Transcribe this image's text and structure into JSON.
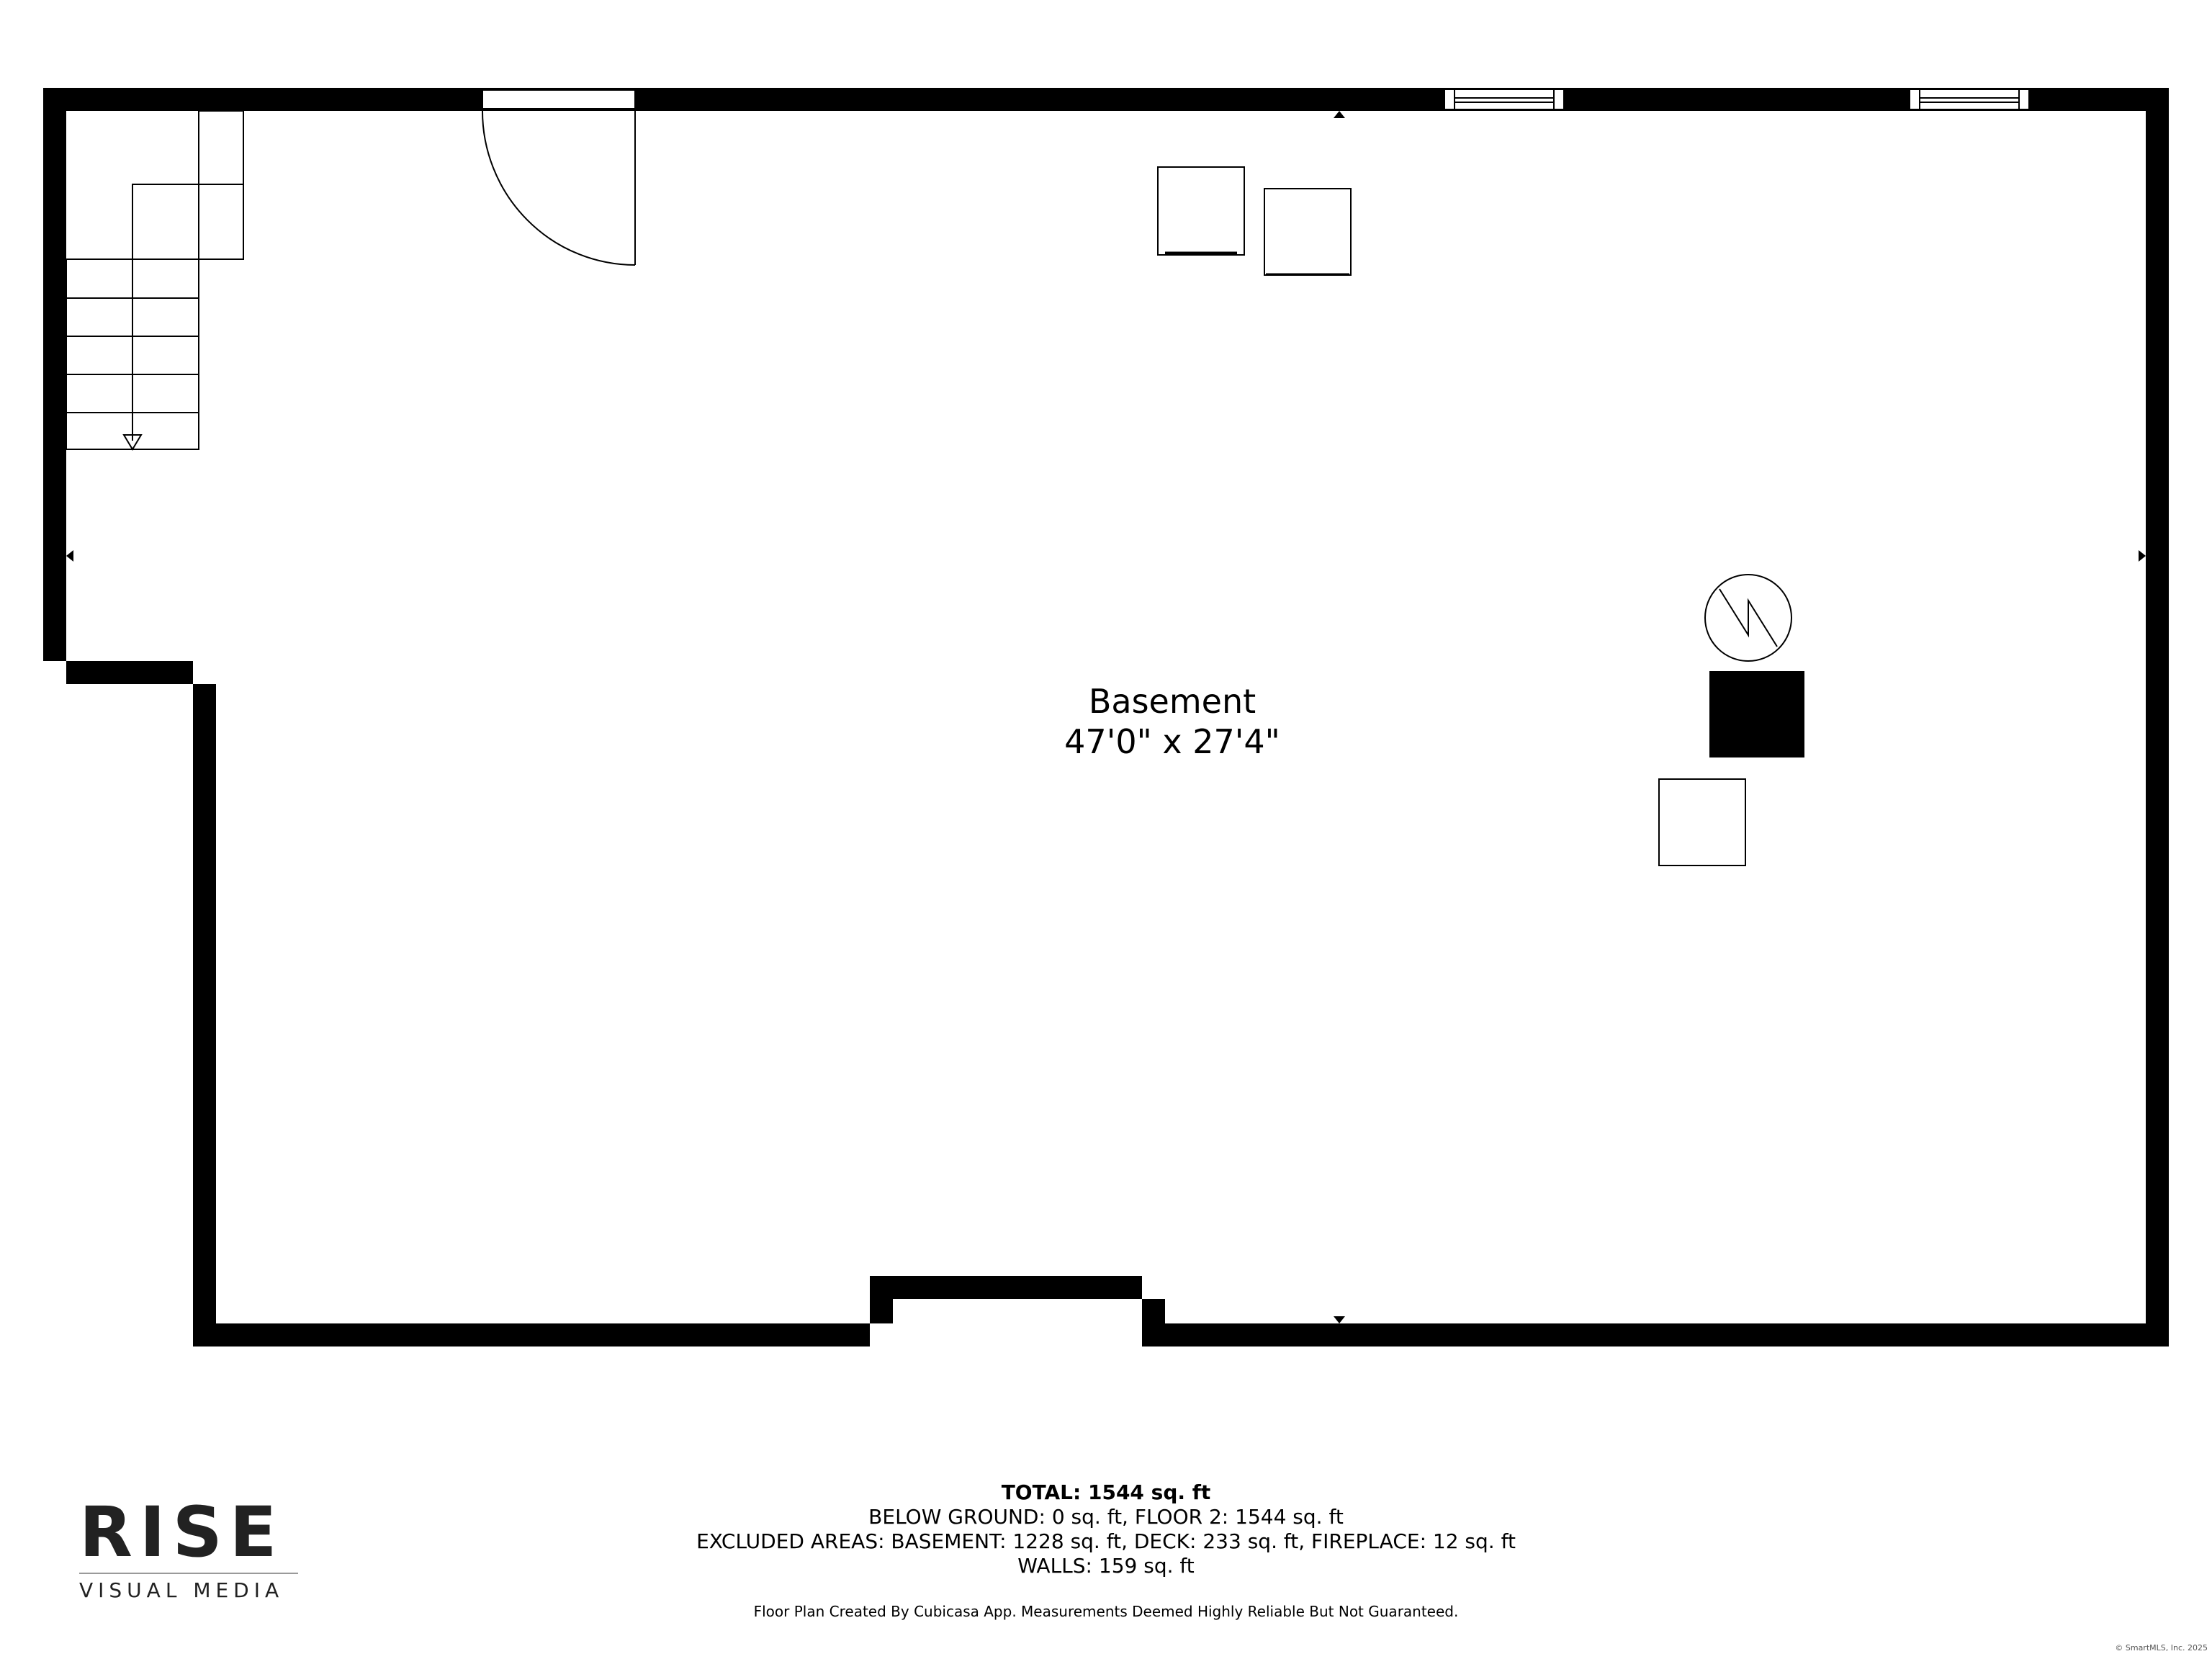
{
  "room": {
    "name": "Basement",
    "dimensions": "47'0\" x 27'4\""
  },
  "summary": {
    "total": "TOTAL: 1544 sq. ft",
    "line1": "BELOW GROUND: 0 sq. ft, FLOOR 2: 1544 sq. ft",
    "line2": "EXCLUDED AREAS: BASEMENT: 1228 sq. ft, DECK: 233 sq. ft, FIREPLACE: 12 sq. ft",
    "line3": "WALLS: 159 sq. ft"
  },
  "disclaimer": "Floor Plan Created By Cubicasa App. Measurements Deemed Highly Reliable But Not Guaranteed.",
  "copyright": "© SmartMLS, Inc. 2025",
  "logo": {
    "word": "RISE",
    "sub": "VISUAL MEDIA"
  },
  "colors": {
    "wall": "#000000",
    "background": "#ffffff",
    "logo": "#222222"
  }
}
